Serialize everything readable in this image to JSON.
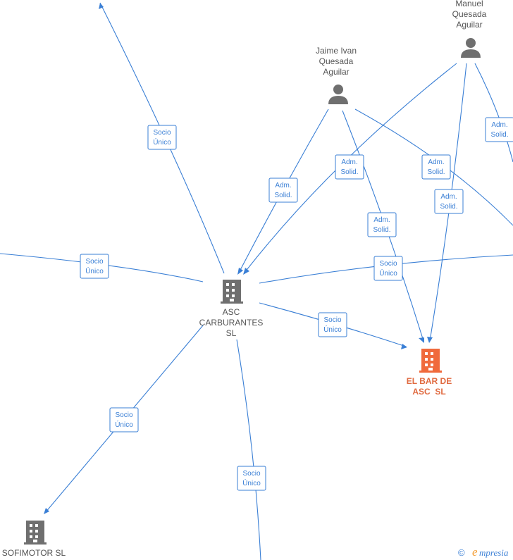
{
  "nodes": [
    {
      "id": "manuel",
      "type": "person",
      "label_lines": [
        "Manuel",
        "Quesada",
        "Aguilar"
      ]
    },
    {
      "id": "jaime",
      "type": "person",
      "label_lines": [
        "Jaime Ivan",
        "Quesada",
        "Aguilar"
      ]
    },
    {
      "id": "asc",
      "type": "company",
      "label_lines": [
        "ASC",
        "CARBURANTES",
        "SL"
      ]
    },
    {
      "id": "elbar",
      "type": "company",
      "main": true,
      "label_lines": [
        "EL BAR DE",
        "ASC  SL"
      ]
    },
    {
      "id": "sofimotor",
      "type": "company",
      "label_lines": [
        "SOFIMOTOR SL"
      ]
    }
  ],
  "edges": [
    {
      "id": "e1",
      "label_lines": [
        "Socio",
        "Único"
      ]
    },
    {
      "id": "e2",
      "label_lines": [
        "Socio",
        "Único"
      ]
    },
    {
      "id": "e3",
      "label_lines": [
        "Adm.",
        "Solid."
      ]
    },
    {
      "id": "e4",
      "label_lines": [
        "Adm.",
        "Solid."
      ]
    },
    {
      "id": "e5",
      "label_lines": [
        "Adm.",
        "Solid."
      ]
    },
    {
      "id": "e6",
      "label_lines": [
        "Adm.",
        "Solid."
      ]
    },
    {
      "id": "e7",
      "label_lines": [
        "Adm.",
        "Solid."
      ]
    },
    {
      "id": "e8",
      "label_lines": [
        "Adm.",
        "Solid."
      ]
    },
    {
      "id": "e9",
      "label_lines": [
        "Socio",
        "Único"
      ]
    },
    {
      "id": "e10",
      "label_lines": [
        "Socio",
        "Único"
      ]
    },
    {
      "id": "e11",
      "label_lines": [
        "Socio",
        "Único"
      ]
    },
    {
      "id": "e12",
      "label_lines": [
        "Socio",
        "Único"
      ]
    }
  ],
  "footer": {
    "copyright_symbol": "©",
    "brand_initial": "e",
    "brand_rest": "mpresia"
  }
}
